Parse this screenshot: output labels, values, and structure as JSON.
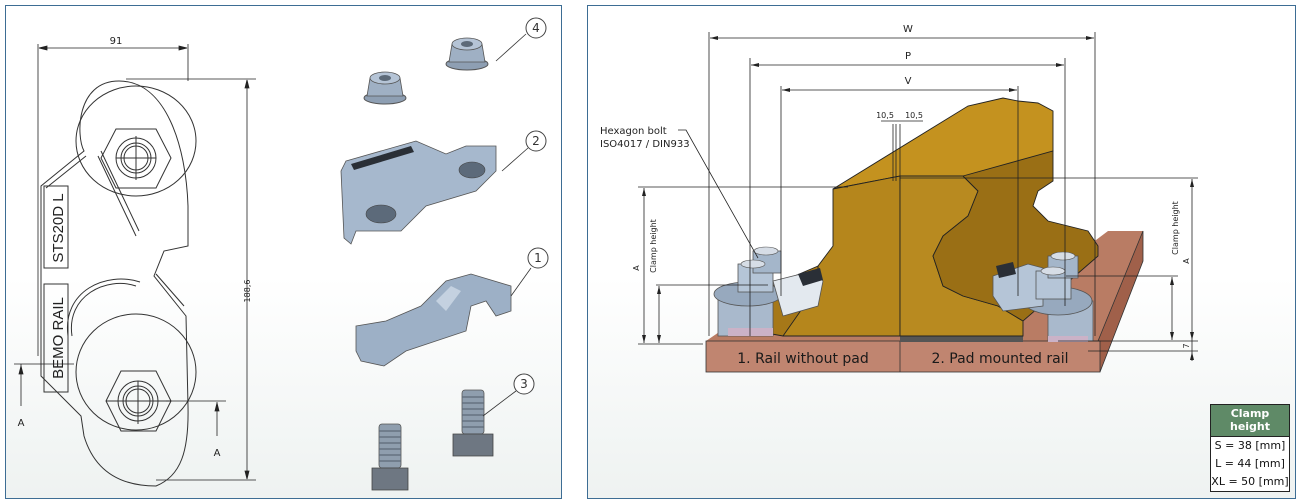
{
  "left_panel": {
    "drawing": {
      "dimension_width": "91",
      "dimension_height": "188,6",
      "section_marker_left": "A",
      "section_marker_right": "A",
      "engraving_model": "STS20D L",
      "engraving_brand": "BEMO RAIL"
    },
    "exploded_parts": [
      {
        "number": "4",
        "part": "flange-nut"
      },
      {
        "number": "2",
        "part": "clamp-top"
      },
      {
        "number": "1",
        "part": "clamp-base"
      },
      {
        "number": "3",
        "part": "hexagon-bolt"
      }
    ]
  },
  "right_panel": {
    "dimensions": {
      "w": "W",
      "p": "P",
      "v": "V",
      "offset_left": "10,5",
      "offset_right": "10,5",
      "a_left": "A",
      "a_right": "A",
      "clamp_height_left": "Clamp height",
      "clamp_height_right": "Clamp height",
      "pad_thickness": "7"
    },
    "callout": {
      "line1": "Hexagon bolt",
      "line2": "ISO4017 / DIN933"
    },
    "rail_labels": {
      "without_pad": "1. Rail without pad",
      "pad_mounted": "2. Pad mounted rail"
    },
    "legend": {
      "title": "Clamp height",
      "rows": [
        "S = 38 [mm]",
        "L = 44 [mm]",
        "XL = 50 [mm]"
      ]
    },
    "colors": {
      "rail": "#b5861c",
      "rail_dark": "#8c6512",
      "base_plate": "#b97c64",
      "pad": "#555555",
      "clamp": "#a9b9cc",
      "legend_header": "#5f8a67"
    }
  }
}
